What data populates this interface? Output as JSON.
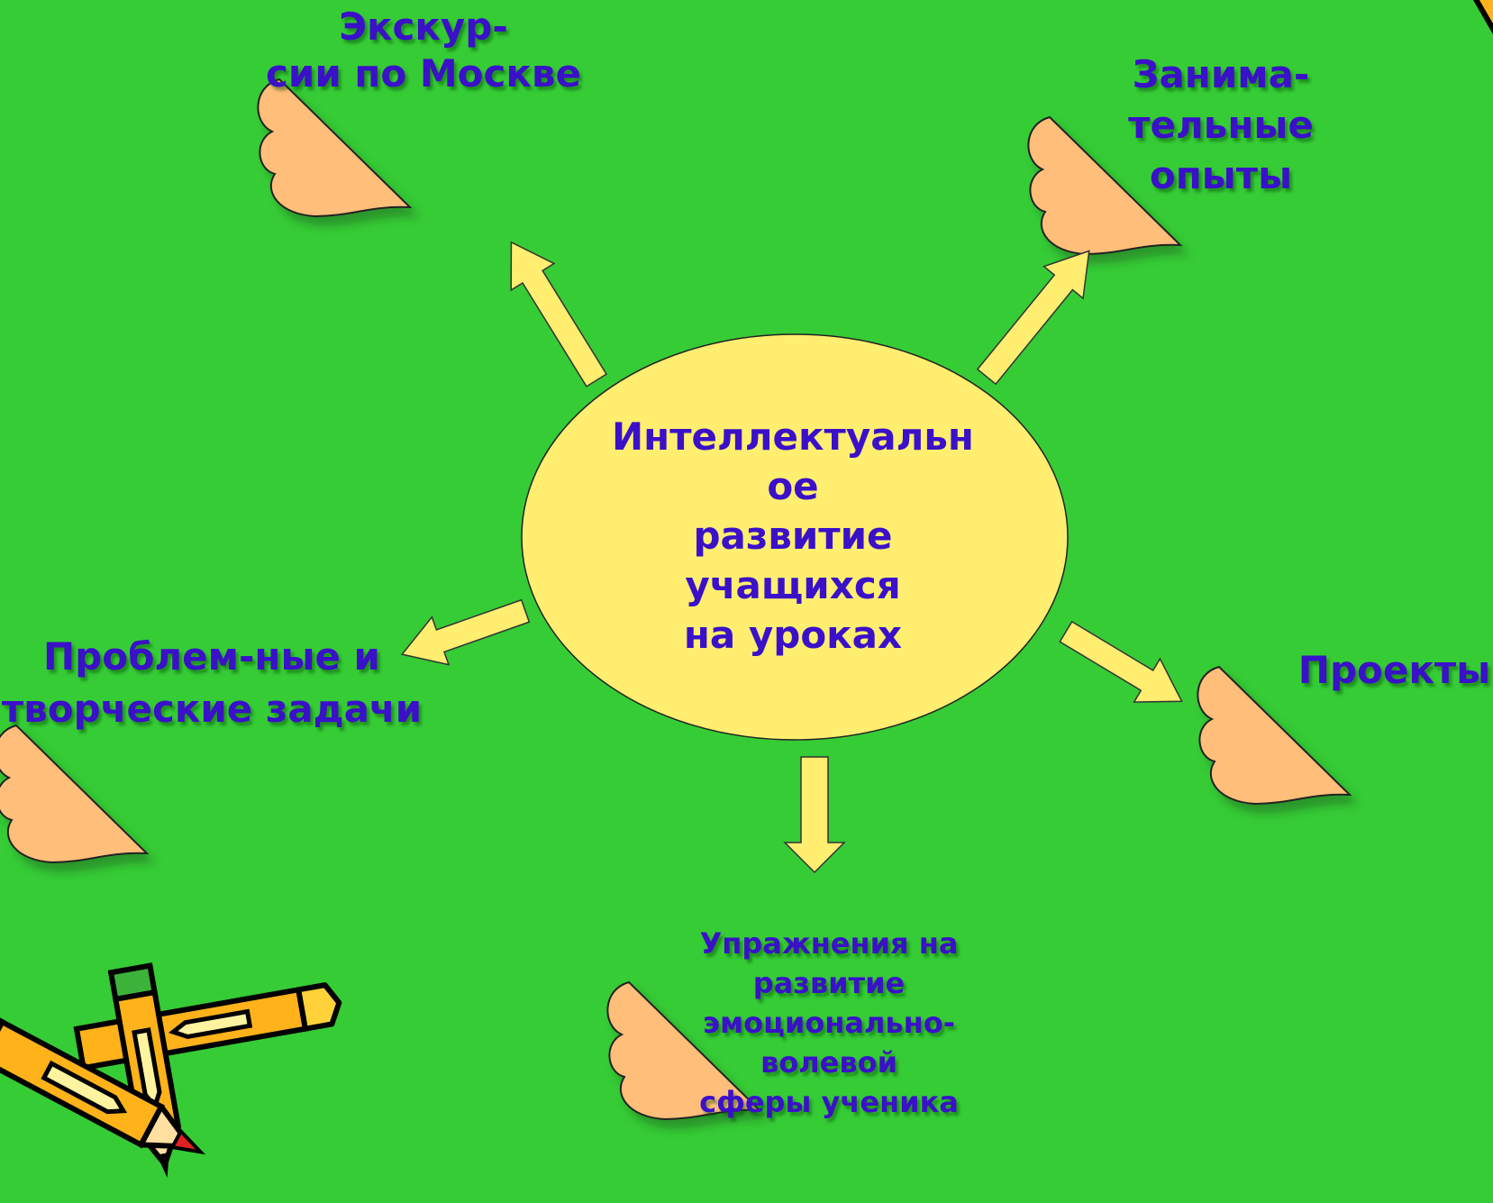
{
  "diagram": {
    "background_color": "#36cc36",
    "center_fill": "#ffee70",
    "arrow_fill": "#ffee70",
    "cloud_fill": "#ffbe7a",
    "text_color": "#3a10c8",
    "center": {
      "lines": [
        "Интеллектуальн",
        "ое",
        " развитие",
        "учащихся",
        "на уроках"
      ]
    },
    "nodes": {
      "excursions": {
        "lines": [
          "Экскур-",
          "сии по Москве"
        ]
      },
      "experiments": {
        "lines": [
          "Занима-",
          "тельные",
          "опыты"
        ]
      },
      "problems": {
        "lines": [
          "Проблем-ные и",
          "творческие задачи"
        ]
      },
      "projects": {
        "lines": [
          "Проекты"
        ]
      },
      "exercises": {
        "lines": [
          "Упражнения на",
          "развитие",
          "эмоционально-",
          "волевой",
          "сферы ученика"
        ]
      }
    },
    "decoration": {
      "icon": "crossed-pencils-icon"
    }
  }
}
